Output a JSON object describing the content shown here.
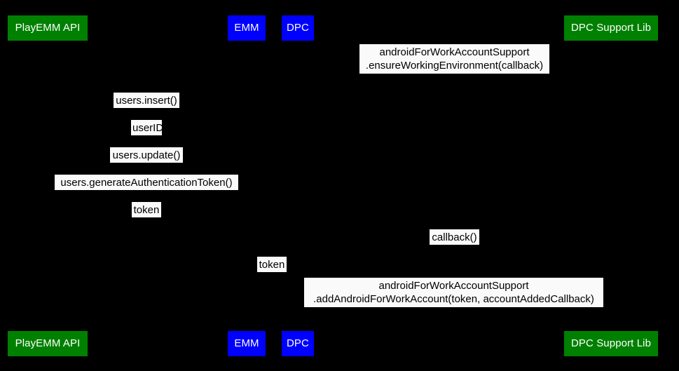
{
  "diagram": {
    "type": "sequence-diagram",
    "background_color": "#000000",
    "label_background_color": "#fafafa",
    "label_text_color": "#000000",
    "participant_text_color": "#ffffff",
    "participants_top": [
      {
        "id": "playemm-api",
        "label": "PlayEMM API",
        "color": "#008000"
      },
      {
        "id": "emm",
        "label": "EMM",
        "color": "#0000ff"
      },
      {
        "id": "dpc",
        "label": "DPC",
        "color": "#0000ff"
      },
      {
        "id": "dpc-support-lib",
        "label": "DPC Support Lib",
        "color": "#008000"
      }
    ],
    "participants_bottom": [
      {
        "id": "playemm-api",
        "label": "PlayEMM API",
        "color": "#008000"
      },
      {
        "id": "emm",
        "label": "EMM",
        "color": "#0000ff"
      },
      {
        "id": "dpc",
        "label": "DPC",
        "color": "#0000ff"
      },
      {
        "id": "dpc-support-lib",
        "label": "DPC Support Lib",
        "color": "#008000"
      }
    ],
    "messages": [
      {
        "id": "ensure-working-environment",
        "line1": "androidForWorkAccountSupport",
        "line2": ".ensureWorkingEnvironment(callback)",
        "lines": 2
      },
      {
        "id": "users-insert",
        "line1": "users.insert()",
        "lines": 1
      },
      {
        "id": "user-id",
        "line1": "userID",
        "lines": 1
      },
      {
        "id": "users-update",
        "line1": "users.update()",
        "lines": 1
      },
      {
        "id": "users-generate-authentication-token",
        "line1": "users.generateAuthenticationToken()",
        "lines": 1
      },
      {
        "id": "token-upper",
        "line1": "token",
        "lines": 1
      },
      {
        "id": "callback",
        "line1": "callback()",
        "lines": 1
      },
      {
        "id": "token-lower",
        "line1": "token",
        "lines": 1
      },
      {
        "id": "add-android-for-work-account",
        "line1": "androidForWorkAccountSupport",
        "line2": ".addAndroidForWorkAccount(token, accountAddedCallback)",
        "lines": 2
      }
    ]
  }
}
